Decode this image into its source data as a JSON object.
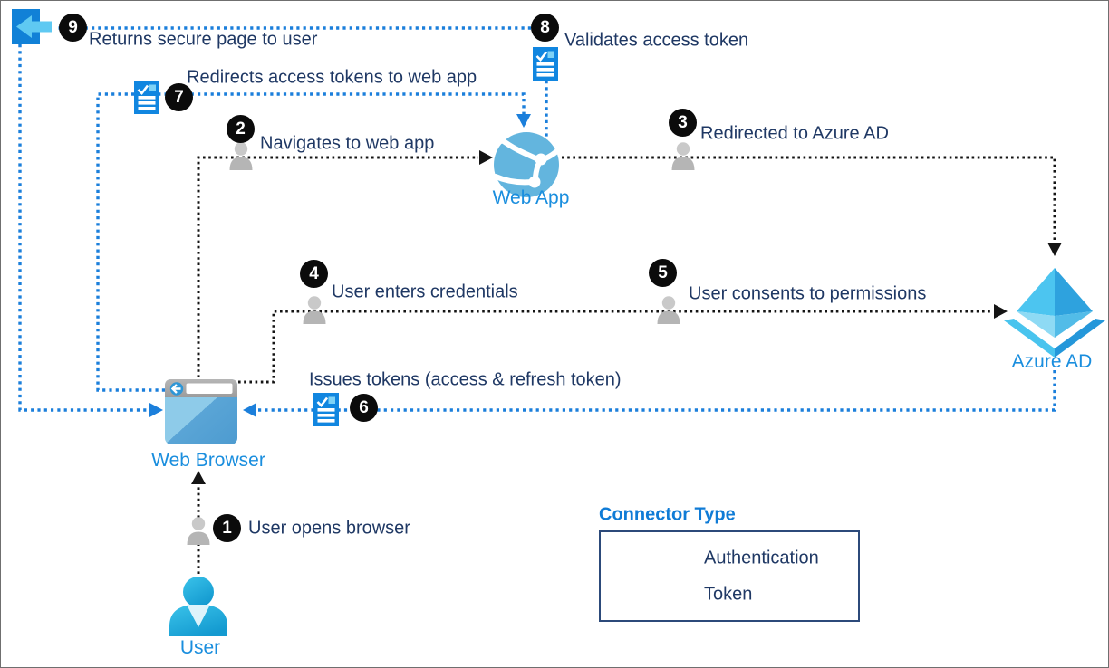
{
  "diagram": {
    "nodes": {
      "user": {
        "label": "User"
      },
      "web_browser": {
        "label": "Web Browser"
      },
      "web_app": {
        "label": "Web App"
      },
      "azure_ad": {
        "label": "Azure AD"
      }
    },
    "steps": [
      {
        "num": "1",
        "label": "User opens browser",
        "connector": "authentication"
      },
      {
        "num": "2",
        "label": "Navigates to web app",
        "connector": "authentication"
      },
      {
        "num": "3",
        "label": "Redirected to Azure AD",
        "connector": "authentication"
      },
      {
        "num": "4",
        "label": "User enters credentials",
        "connector": "authentication"
      },
      {
        "num": "5",
        "label": "User consents to permissions",
        "connector": "authentication"
      },
      {
        "num": "6",
        "label": "Issues tokens (access & refresh token)",
        "connector": "token"
      },
      {
        "num": "7",
        "label": "Redirects access tokens to web app",
        "connector": "token"
      },
      {
        "num": "8",
        "label": "Validates access token",
        "connector": "token"
      },
      {
        "num": "9",
        "label": "Returns secure page to user",
        "connector": "token"
      }
    ],
    "legend": {
      "title": "Connector Type",
      "items": [
        {
          "label": "Authentication",
          "color": "#141414"
        },
        {
          "label": "Token",
          "color": "#1b7fdb"
        }
      ]
    },
    "icons": {
      "user-icon": "person",
      "web-browser-icon": "browser-window-with-back-button",
      "web-app-icon": "globe-network",
      "azure-ad-icon": "layered-diamond",
      "token-icon": "document-with-checkmark",
      "return-page-icon": "left-arrow-on-page",
      "person-silhouette-icon": "gray-person"
    },
    "colors": {
      "authentication_line": "#141414",
      "token_line": "#1b7fdb",
      "step_text": "#1f3864",
      "node_label": "#1a8ede",
      "legend_title": "#0f7bd6",
      "badge_bg": "#0b0b0b"
    }
  }
}
